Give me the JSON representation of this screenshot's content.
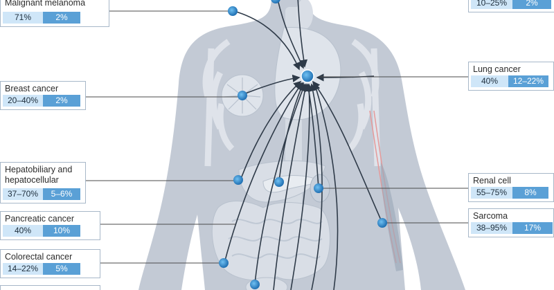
{
  "colors": {
    "body_silhouette": "#c3cad5",
    "organs": "#d9dee6",
    "skeleton": "#e4e8ee",
    "arrow": "#2e3a48",
    "tumor": "#2b8fd6",
    "label_border": "#a7b7c8",
    "col1_fill": "#cfe6f8",
    "col2_fill": "#5aa0d6",
    "leader_line": "#4a4a4a",
    "muscle_red": "#e59a9a"
  },
  "cancers": [
    {
      "id": "malignant-melanoma",
      "label": "Malignant melanoma",
      "col1": "71%",
      "col2": "2%"
    },
    {
      "id": "top-right-cut",
      "label": "",
      "col1": "10–25%",
      "col2": "2%"
    },
    {
      "id": "breast-cancer",
      "label": "Breast cancer",
      "col1": "20–40%",
      "col2": "2%"
    },
    {
      "id": "lung-cancer",
      "label": "Lung cancer",
      "col1": "40%",
      "col2": "12–22%"
    },
    {
      "id": "hepatobiliary",
      "label": "Hepatobiliary and",
      "label2": "hepatocellular",
      "col1": "37–70%",
      "col2": "5–6%"
    },
    {
      "id": "renal-cell",
      "label": "Renal cell",
      "col1": "55–75%",
      "col2": "8%"
    },
    {
      "id": "pancreatic-cancer",
      "label": "Pancreatic cancer",
      "col1": "40%",
      "col2": "10%"
    },
    {
      "id": "sarcoma",
      "label": "Sarcoma",
      "col1": "38–95%",
      "col2": "17%"
    },
    {
      "id": "colorectal-cancer",
      "label": "Colorectal cancer",
      "col1": "14–22%",
      "col2": "5%"
    },
    {
      "id": "bottom-left-cut",
      "label": "",
      "col1": "",
      "col2": ""
    }
  ]
}
